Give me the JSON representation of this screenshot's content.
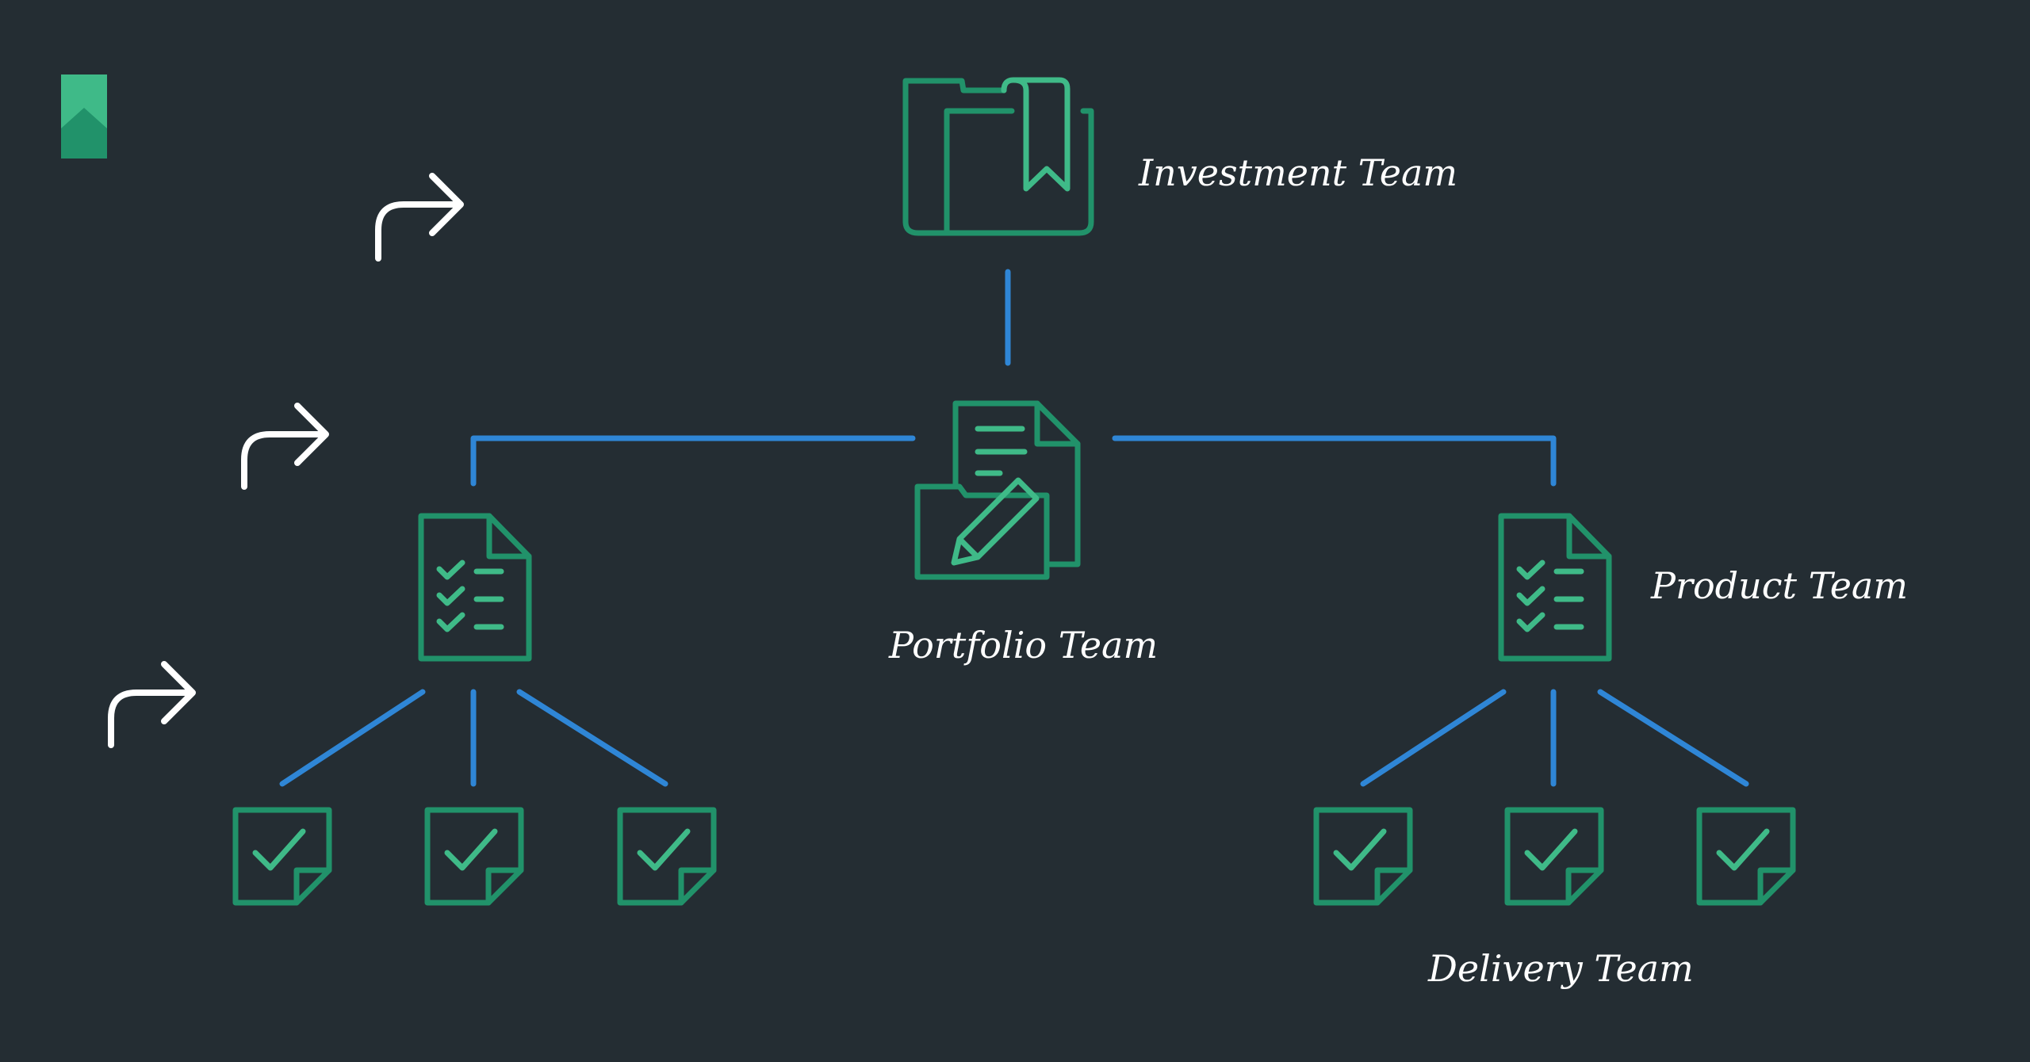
{
  "colors": {
    "background": "#242d33",
    "connector": "#2f86d6",
    "icon_outline": "#21926a",
    "icon_accent": "#3fba88",
    "label": "#ffffff",
    "logo_light": "#3fba88",
    "logo_dark": "#21926a",
    "arrow": "#ffffff"
  },
  "labels": {
    "investment": "Investment Team",
    "portfolio": "Portfolio Team",
    "product": "Product Team",
    "delivery": "Delivery Team"
  },
  "icons": {
    "investment": "folder-bookmark-icon",
    "portfolio": "document-edit-icon",
    "product": "checklist-icon",
    "delivery": "checked-note-icon",
    "level": "turn-right-arrow-icon",
    "logo": "bookmark-logo-icon"
  }
}
